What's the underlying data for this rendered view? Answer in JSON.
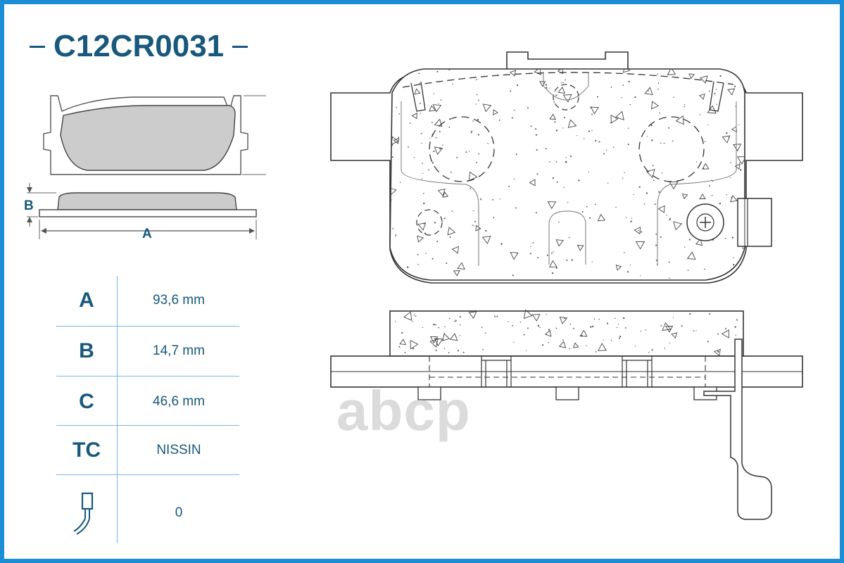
{
  "part_number": "C12CR0031",
  "dimension_labels": {
    "a": "A",
    "b": "B",
    "c": "C"
  },
  "specs": [
    {
      "key": "A",
      "value": "93,6 mm"
    },
    {
      "key": "B",
      "value": "14,7 mm"
    },
    {
      "key": "C",
      "value": "46,6 mm"
    },
    {
      "key": "TC",
      "value": "NISSIN"
    },
    {
      "key": "",
      "icon": "wear-sensor-icon",
      "value": "0"
    }
  ],
  "watermark": "abcp",
  "colors": {
    "frame": "#1d8ed6",
    "text": "#17587c",
    "grid": "#7ab8de",
    "pad_fill": "#cccccc"
  }
}
